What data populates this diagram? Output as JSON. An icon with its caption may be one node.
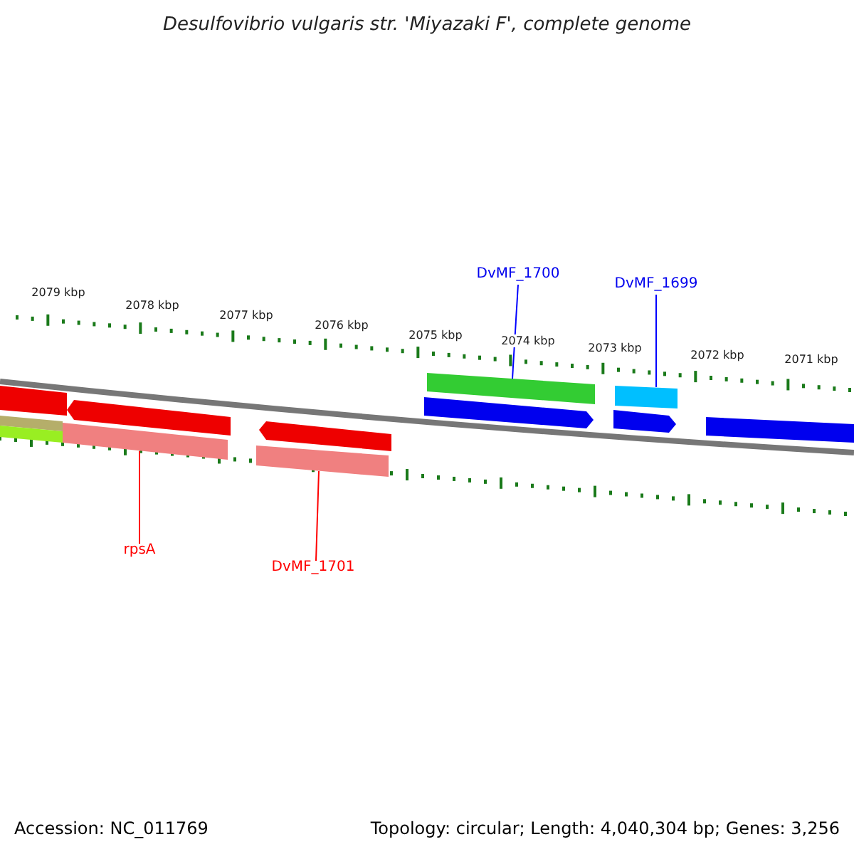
{
  "diagram": {
    "title": "Desulfovibrio vulgaris str. 'Miyazaki F', complete genome",
    "nodes": [
      {
        "text": [
          "rpsA"
        ]
      },
      {
        "text": [],
        "shape": "bar"
      },
      {
        "text": [
          "DvMF_1701"
        ]
      },
      {
        "text": [],
        "shape": "bar"
      },
      {
        "text": [
          "DvMF_1700"
        ]
      },
      {
        "text": [],
        "shape": "bar"
      },
      {
        "text": [
          "DvMF_1699"
        ]
      },
      {
        "text": [],
        "shape": "bar"
      }
    ],
    "edges": [
      {
        "from": 0,
        "to": 1,
        "arrow": "none",
        "color": "#ff0000"
      },
      {
        "from": 2,
        "to": 3,
        "arrow": "none",
        "color": "#ff0000"
      },
      {
        "from": 4,
        "to": 5,
        "arrow": "none",
        "color": "#0000ff"
      },
      {
        "from": 6,
        "to": 7,
        "arrow": "none",
        "color": "#0000ff"
      }
    ],
    "labels": [
      "2079 kbp",
      "2078 kbp",
      "2077 kbp",
      "2076 kbp",
      "2075 kbp",
      "2074 kbp",
      "2073 kbp",
      "2072 kbp",
      "2071 kbp",
      "Accession: NC_011769",
      "Topology: circular; Length: 4,040,304 bp; Genes: 3,256"
    ]
  }
}
